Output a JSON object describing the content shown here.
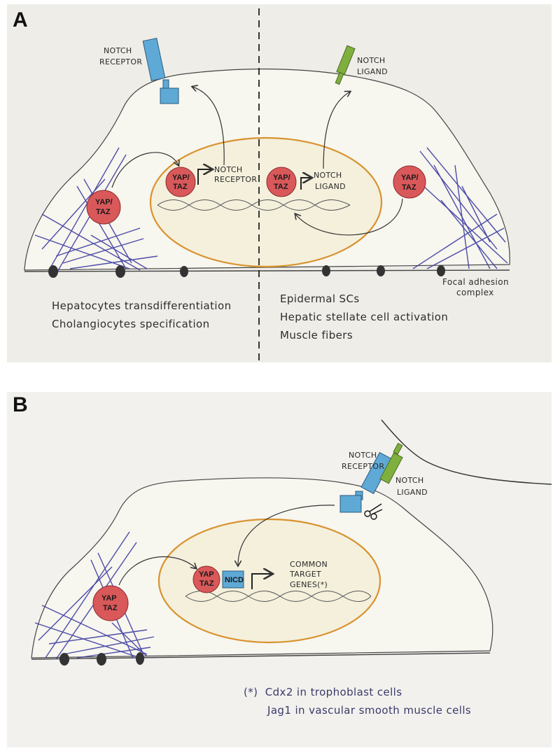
{
  "panel_a": {
    "letter": "A",
    "notch_receptor": [
      "NOTCH",
      "RECEPTOR"
    ],
    "notch_ligand": [
      "NOTCH",
      "LIGAND"
    ],
    "yap": [
      "YAP/",
      "TAZ"
    ],
    "target_receptor": [
      "NOTCH",
      "RECEPTOR"
    ],
    "target_ligand": [
      "NOTCH",
      "LIGAND"
    ],
    "focal": [
      "Focal adhesion",
      "complex"
    ],
    "left_notes": [
      "Hepatocytes transdifferentiation",
      "Cholangiocytes specification"
    ],
    "right_notes": [
      "Epidermal SCs",
      "Hepatic stellate cell activation",
      "Muscle fibers"
    ]
  },
  "panel_b": {
    "letter": "B",
    "notch_receptor": [
      "NOTCH",
      "RECEPTOR"
    ],
    "notch_ligand": [
      "NOTCH",
      "LIGAND"
    ],
    "yap": [
      "YAP",
      "TAZ"
    ],
    "nicd": "NICD",
    "targets": [
      "COMMON",
      "TARGET",
      "GENES(*)"
    ],
    "footnote_mark": "(*)",
    "footnote_1": "Cdx2 in trophoblast cells",
    "footnote_2": "Jag1 in vascular smooth muscle cells"
  },
  "colors": {
    "receptor_blue": "#5fa9d6",
    "ligand_green": "#7fb03e",
    "yap_red": "#d9585a",
    "nucleus_orange": "#d9922e",
    "nucleus_fill": "#f4f0dc",
    "actin_purple": "#3b3aa0",
    "cell_fill": "#f7f6ef"
  },
  "icons": [
    "scissors-icon",
    "focal-adhesion-icon",
    "transcription-arrow-icon"
  ]
}
